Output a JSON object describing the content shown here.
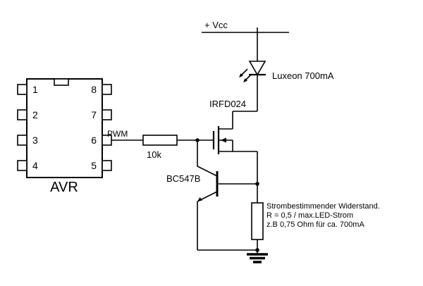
{
  "diagram": {
    "power_label": "+ Vcc",
    "led_label": "Luxeon 700mA",
    "mosfet_label": "IRFD024",
    "pwm_label": "PWM",
    "gate_resistor_label": "10k",
    "transistor_label": "BC547B",
    "chip_label": "AVR",
    "chip_pins_left": [
      "1",
      "2",
      "3",
      "4"
    ],
    "chip_pins_right": [
      "8",
      "7",
      "6",
      "5"
    ],
    "sense_note_line1": "Strombestimmender Widerstand.",
    "sense_note_line2": "R = 0,5 / max.LED-Strom",
    "sense_note_line3": "z.B 0,75 Ohm für ca. 700mA"
  },
  "colors": {
    "wire": "#000000",
    "background": "#ffffff",
    "text": "#000000"
  }
}
